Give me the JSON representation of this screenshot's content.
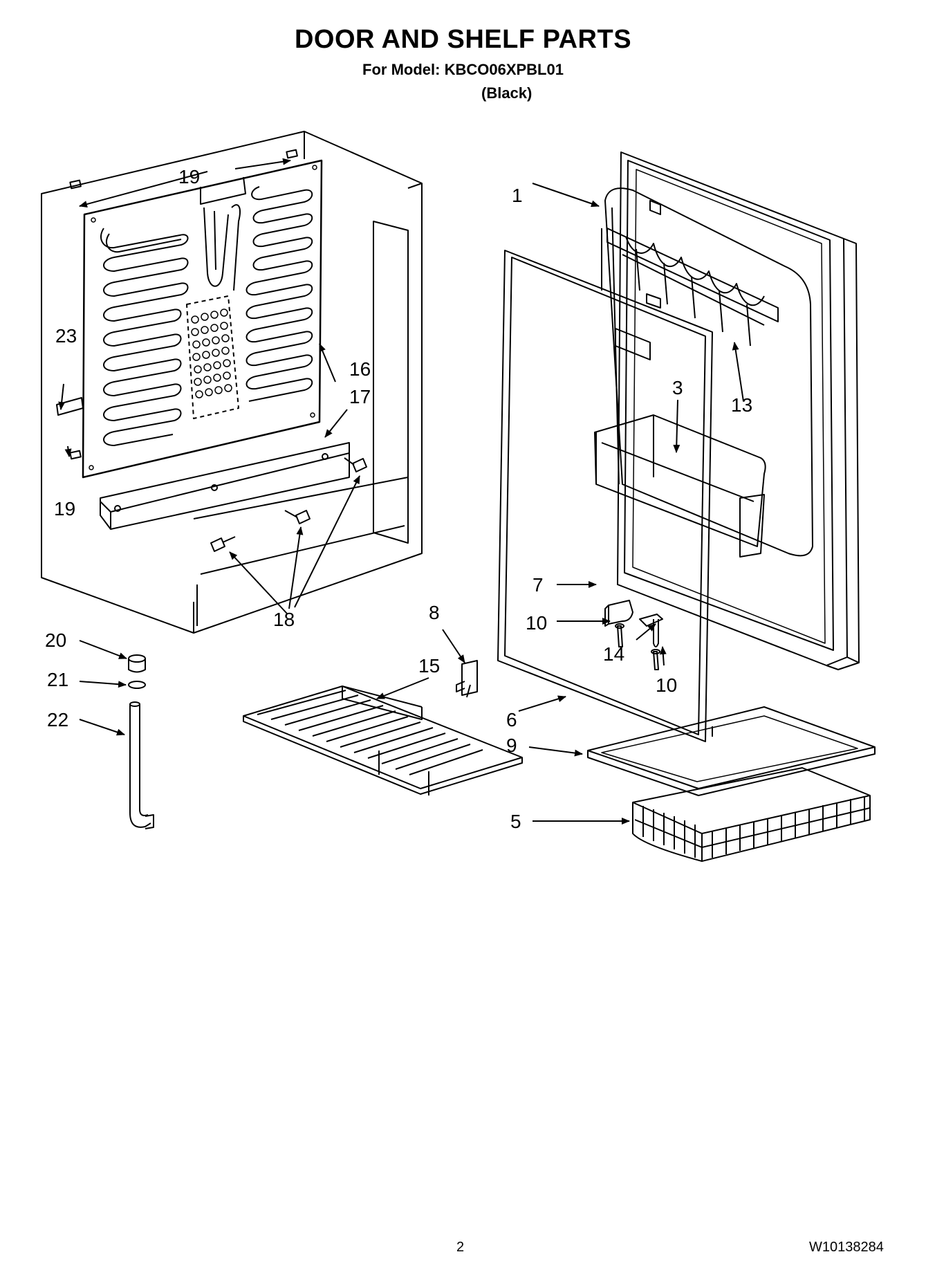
{
  "header": {
    "title": "DOOR AND SHELF PARTS",
    "model_line": "For Model: KBCO06XPBL01",
    "color_note": "(Black)"
  },
  "footer": {
    "page_number": "2",
    "document_number": "W10138284"
  },
  "callouts": {
    "c1": "1",
    "c3": "3",
    "c5": "5",
    "c6": "6",
    "c7": "7",
    "c8": "8",
    "c9": "9",
    "c10a": "10",
    "c10b": "10",
    "c13": "13",
    "c14": "14",
    "c15": "15",
    "c16": "16",
    "c17": "17",
    "c18": "18",
    "c19a": "19",
    "c19b": "19",
    "c20": "20",
    "c21": "21",
    "c22": "22",
    "c23": "23"
  }
}
